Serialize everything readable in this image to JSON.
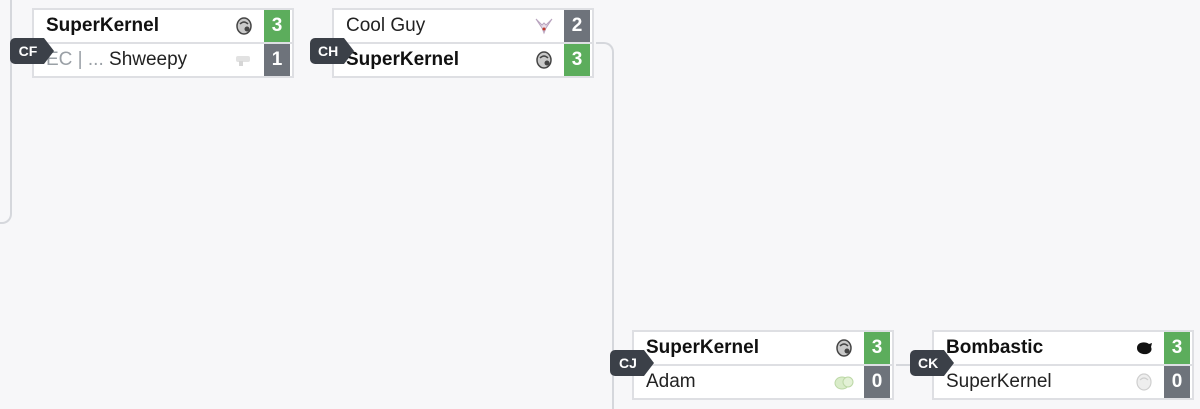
{
  "colors": {
    "win": "#5cad5c",
    "lose": "#6e737b",
    "label_bg": "#3b4048",
    "line": "#d5d7dc"
  },
  "matches": [
    {
      "id": "CF",
      "p1": {
        "name": "SuperKernel",
        "score": "3",
        "winner": true,
        "icon": "helmet-icon"
      },
      "p2": {
        "prefix": "EC | ... ",
        "name": "Shweepy",
        "score": "1",
        "winner": false,
        "icon": "blaster-icon"
      }
    },
    {
      "id": "CH",
      "p1": {
        "name": "Cool Guy",
        "score": "2",
        "winner": false,
        "icon": "fox-icon"
      },
      "p2": {
        "name": "SuperKernel",
        "score": "3",
        "winner": true,
        "icon": "helmet-icon"
      }
    },
    {
      "id": "CJ",
      "p1": {
        "name": "SuperKernel",
        "score": "3",
        "winner": true,
        "icon": "helmet-icon"
      },
      "p2": {
        "name": "Adam",
        "score": "0",
        "winner": false,
        "icon": "yoshi-icon"
      }
    },
    {
      "id": "CK",
      "p1": {
        "name": "Bombastic",
        "score": "3",
        "winner": true,
        "icon": "puff-icon"
      },
      "p2": {
        "name": "SuperKernel",
        "score": "0",
        "winner": false,
        "icon": "helmet-icon"
      }
    }
  ]
}
